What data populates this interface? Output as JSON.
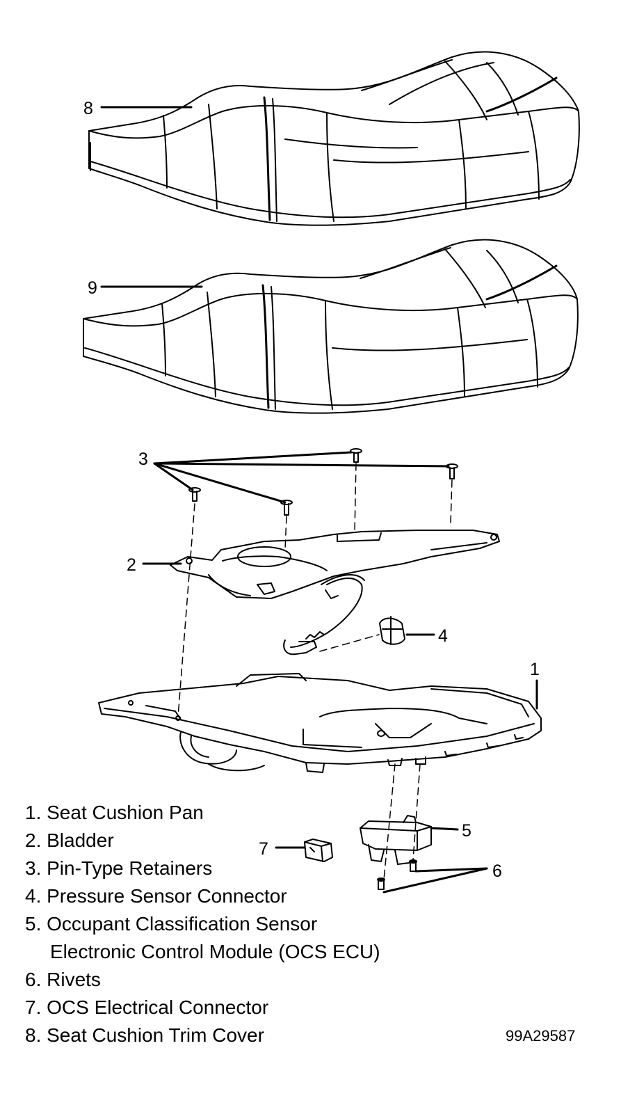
{
  "callouts": {
    "c1": "1",
    "c2": "2",
    "c3": "3",
    "c4": "4",
    "c5": "5",
    "c6": "6",
    "c7": "7",
    "c8": "8",
    "c9": "9"
  },
  "legend": [
    "1. Seat Cushion Pan",
    "2. Bladder",
    "3. Pin-Type Retainers",
    "4. Pressure Sensor Connector",
    "5. Occupant Classification Sensor",
    "Electronic Control Module (OCS ECU)",
    "6. Rivets",
    "7. OCS Electrical Connector",
    "8. Seat Cushion Trim Cover"
  ],
  "figure_id": "99A29587"
}
